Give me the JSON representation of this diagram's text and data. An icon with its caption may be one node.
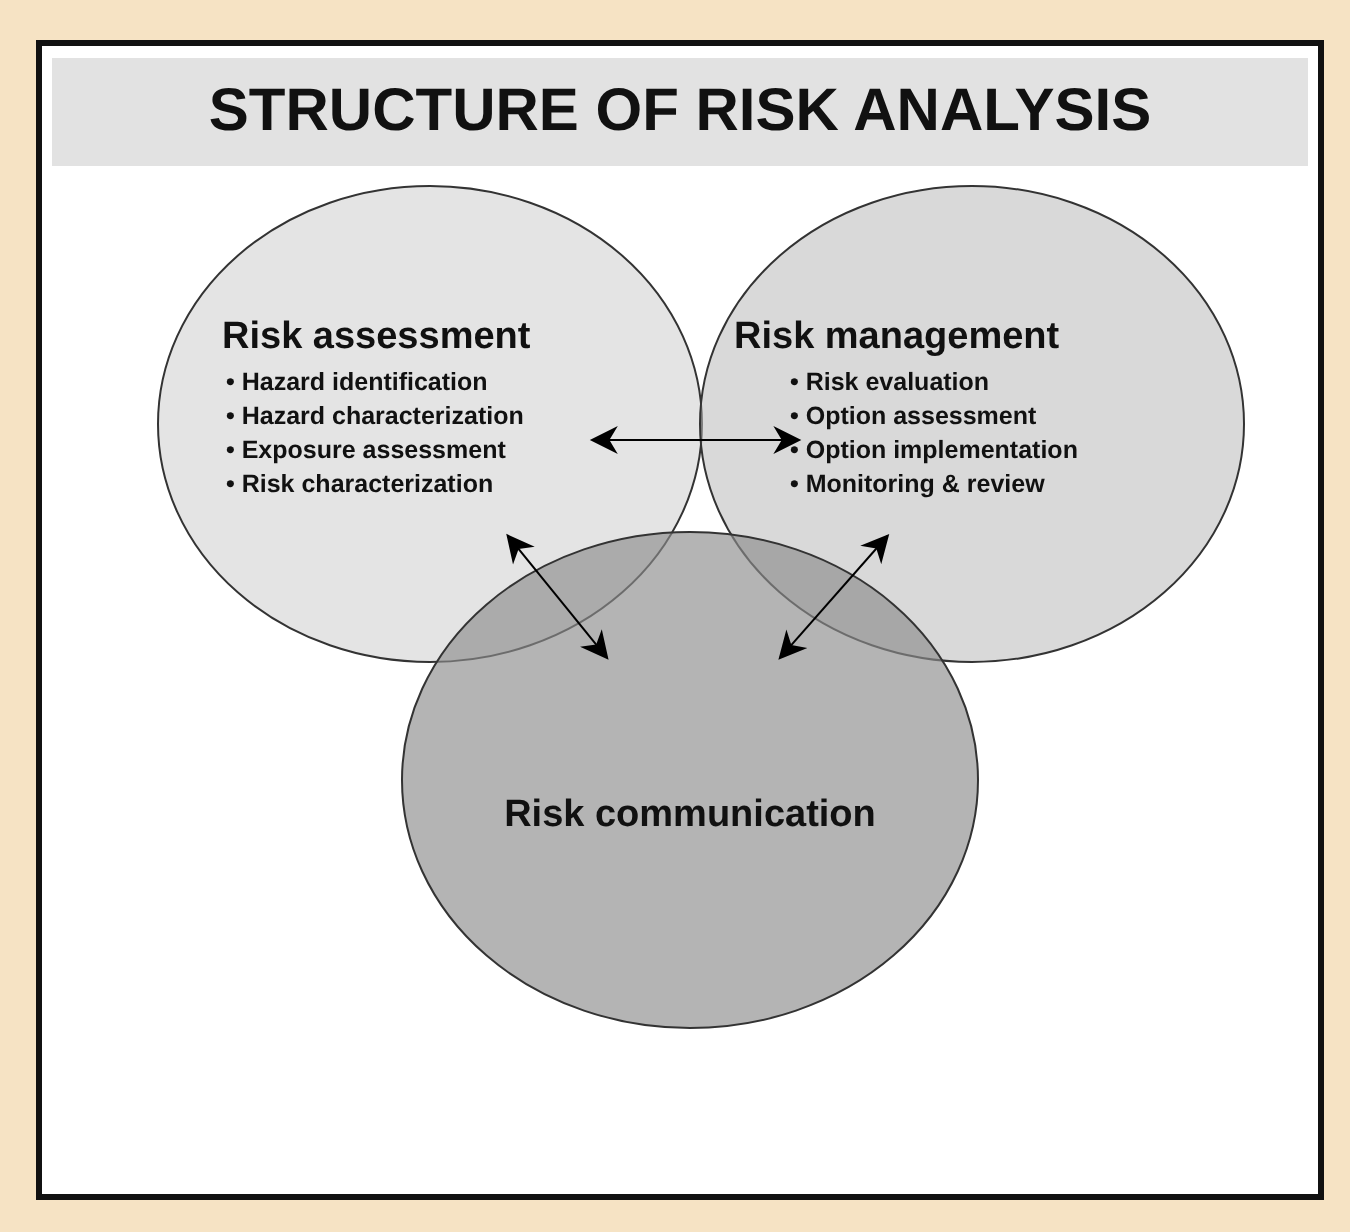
{
  "diagram": {
    "title": "STRUCTURE OF RISK ANALYSIS",
    "nodes": [
      {
        "text": [
          "Risk assessment",
          "• Hazard identification",
          "• Hazard characterization",
          "• Exposure assessment",
          "• Risk characterization"
        ]
      },
      {
        "text": [
          "Risk management",
          "• Risk evaluation",
          "• Option assessment",
          "• Option implementation",
          "• Monitoring & review"
        ]
      },
      {
        "text": [
          "Risk communication"
        ]
      }
    ],
    "edges": [
      {
        "from": 0,
        "to": 1,
        "arrow": "both"
      },
      {
        "from": 0,
        "to": 2,
        "arrow": "both"
      },
      {
        "from": 1,
        "to": 2,
        "arrow": "both"
      }
    ]
  }
}
